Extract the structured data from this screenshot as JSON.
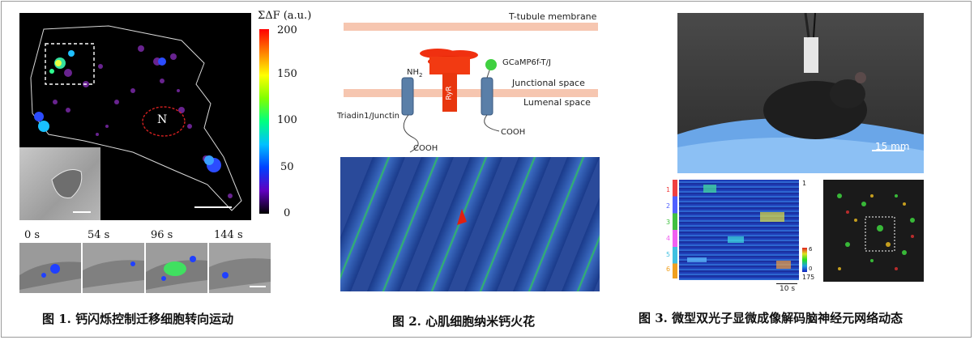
{
  "figure1": {
    "caption": "图 1. 钙闪烁控制迁移细胞转向运动",
    "colorbar_title": "ΣΔF (a.u.)",
    "colorbar_ticks": [
      "200",
      "150",
      "100",
      "50",
      "0"
    ],
    "nucleus_label": "N",
    "time_labels": [
      "0 s",
      "54 s",
      "96 s",
      "144 s"
    ]
  },
  "figure2": {
    "caption": "图 2. 心肌细胞纳米钙火花",
    "labels": {
      "membrane": "T-tubule membrane",
      "junctional": "Junctional space",
      "lumenal": "Lumenal space",
      "sensor": "GCaMP6f-T/J",
      "nh2": "NH",
      "nh2_sub": "2",
      "ryr": "RyR",
      "triadin": "Triadin1/Junctin",
      "cooh_left": "COOH",
      "cooh_right": "COOH"
    }
  },
  "figure3": {
    "caption": "图 3. 微型双光子显微成像解码脑神经元网络动态",
    "scale_label": "15 mm",
    "time_scale": "10 s",
    "row_labels": [
      "1",
      "2",
      "3",
      "4",
      "5",
      "6"
    ],
    "heat_top": "1",
    "heat_bottom": "175",
    "mini_scale_top": "6",
    "mini_scale_bottom": "0"
  }
}
